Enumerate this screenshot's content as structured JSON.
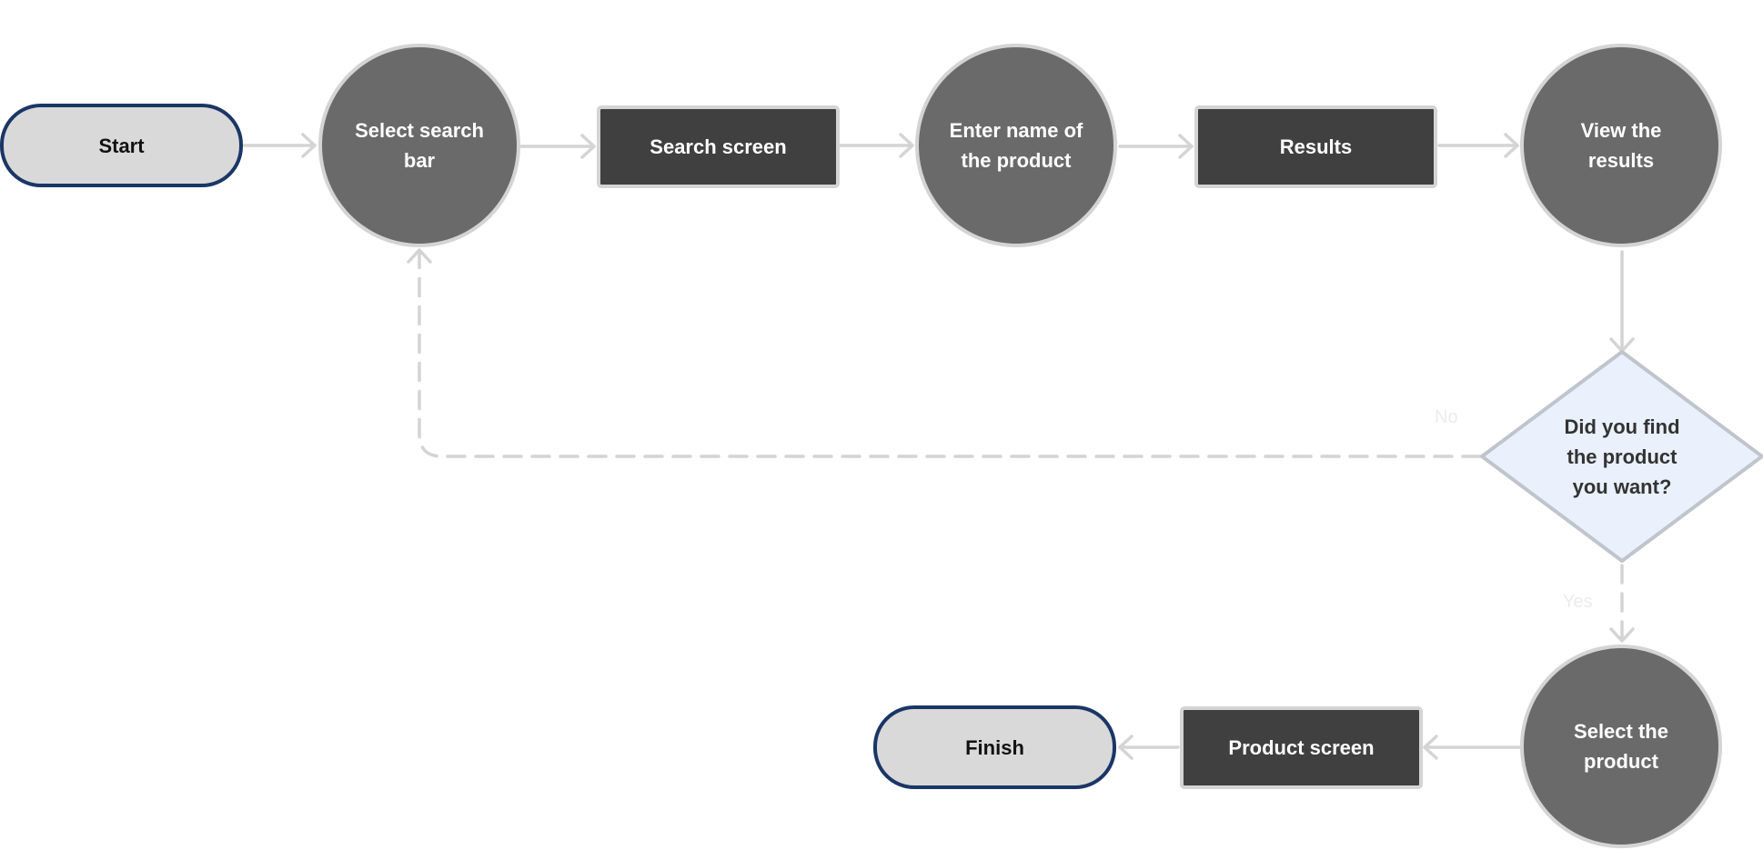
{
  "diagram": {
    "colors": {
      "terminal_fill": "#d9d9d9",
      "terminal_border": "#1a3666",
      "process_fill": "#404040",
      "action_fill": "#6a6a6a",
      "decision_fill": "#eaf0fc",
      "connector": "#d4d4d4"
    },
    "nodes": {
      "start": "Start",
      "select_search_bar": "Select search bar",
      "search_screen": "Search screen",
      "enter_name": "Enter name of the product",
      "results": "Results",
      "view_results": "View the results",
      "decision": "Did you find the product you want?",
      "select_product": "Select the product",
      "product_screen": "Product screen",
      "finish": "Finish"
    },
    "edge_labels": {
      "no": "No",
      "yes": "Yes"
    }
  }
}
